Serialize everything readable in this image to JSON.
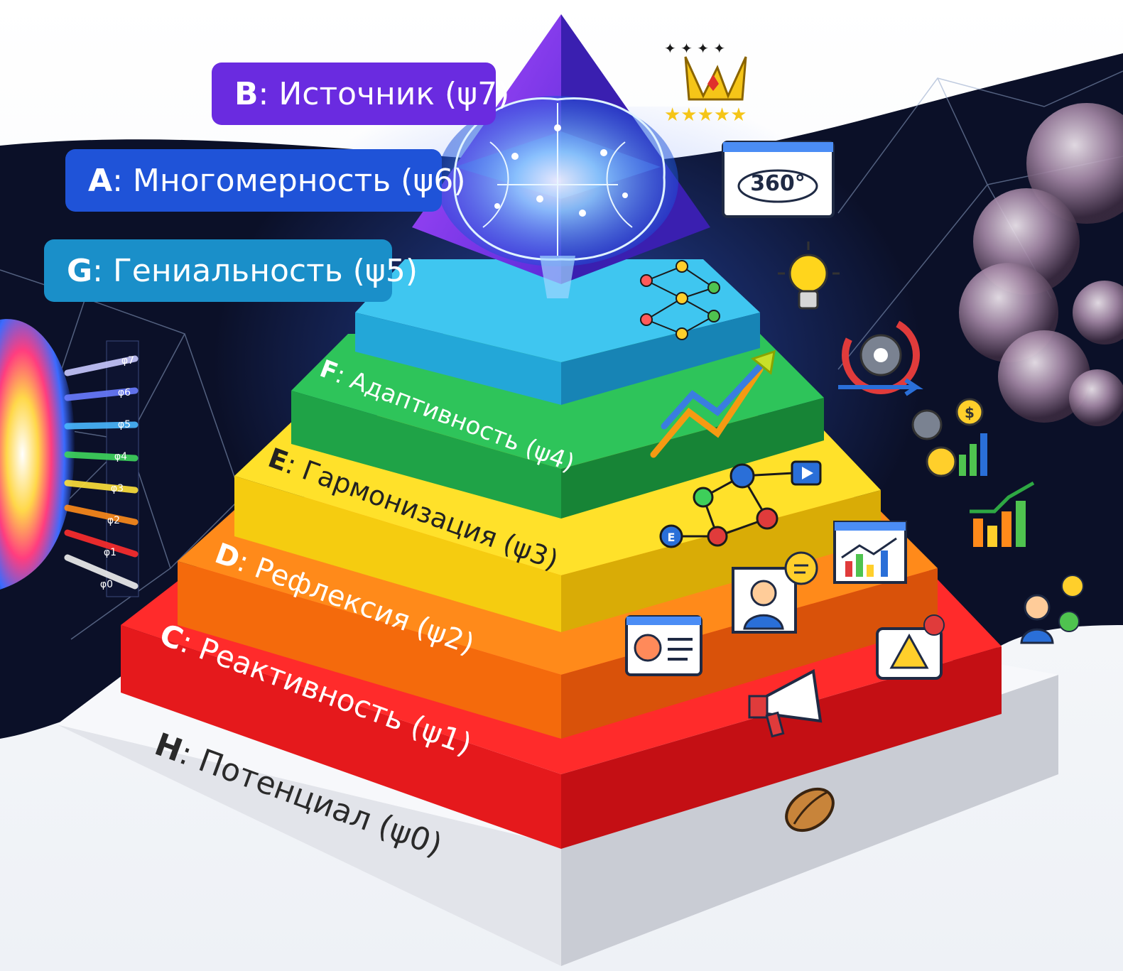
{
  "levels": [
    {
      "letter": "B",
      "name": "Источник (ψ7)",
      "color": "#6a2be0"
    },
    {
      "letter": "A",
      "name": "Многомерность (ψ6)",
      "color": "#1f53d8"
    },
    {
      "letter": "G",
      "name": "Гениальность (ψ5)",
      "color": "#1a8fc9"
    },
    {
      "letter": "F",
      "name": "Адаптивность (ψ4)",
      "color": "#19a43b"
    },
    {
      "letter": "E",
      "name": "Гармонизация (ψ3)",
      "color": "#f3d40a"
    },
    {
      "letter": "D",
      "name": "Рефлексия (ψ2)",
      "color": "#f87a12"
    },
    {
      "letter": "C",
      "name": "Реактивность (ψ1)",
      "color": "#ef1c1c"
    },
    {
      "letter": "H",
      "name": "Потенциал (ψ0)",
      "color": "#e6e7eb"
    }
  ],
  "spectrum_labels": [
    "φ7",
    "φ6",
    "φ5",
    "φ4",
    "φ3",
    "φ2",
    "φ1",
    "φ0"
  ],
  "icon_text": {
    "panorama": "360°",
    "dollar": "$",
    "chat_letter": "E"
  },
  "icons": [
    "crown-icon",
    "panorama-360-icon",
    "lightbulb-icon",
    "neural-network-icon",
    "gear-cycle-icon",
    "growth-arrow-icon",
    "money-gear-icon",
    "bar-chart-up-icon",
    "network-graph-icon",
    "dashboard-chart-icon",
    "user-chat-icon",
    "profile-card-icon",
    "warning-bubble-icon",
    "megaphone-icon",
    "happy-users-icon",
    "seed-icon",
    "brain-icon"
  ]
}
